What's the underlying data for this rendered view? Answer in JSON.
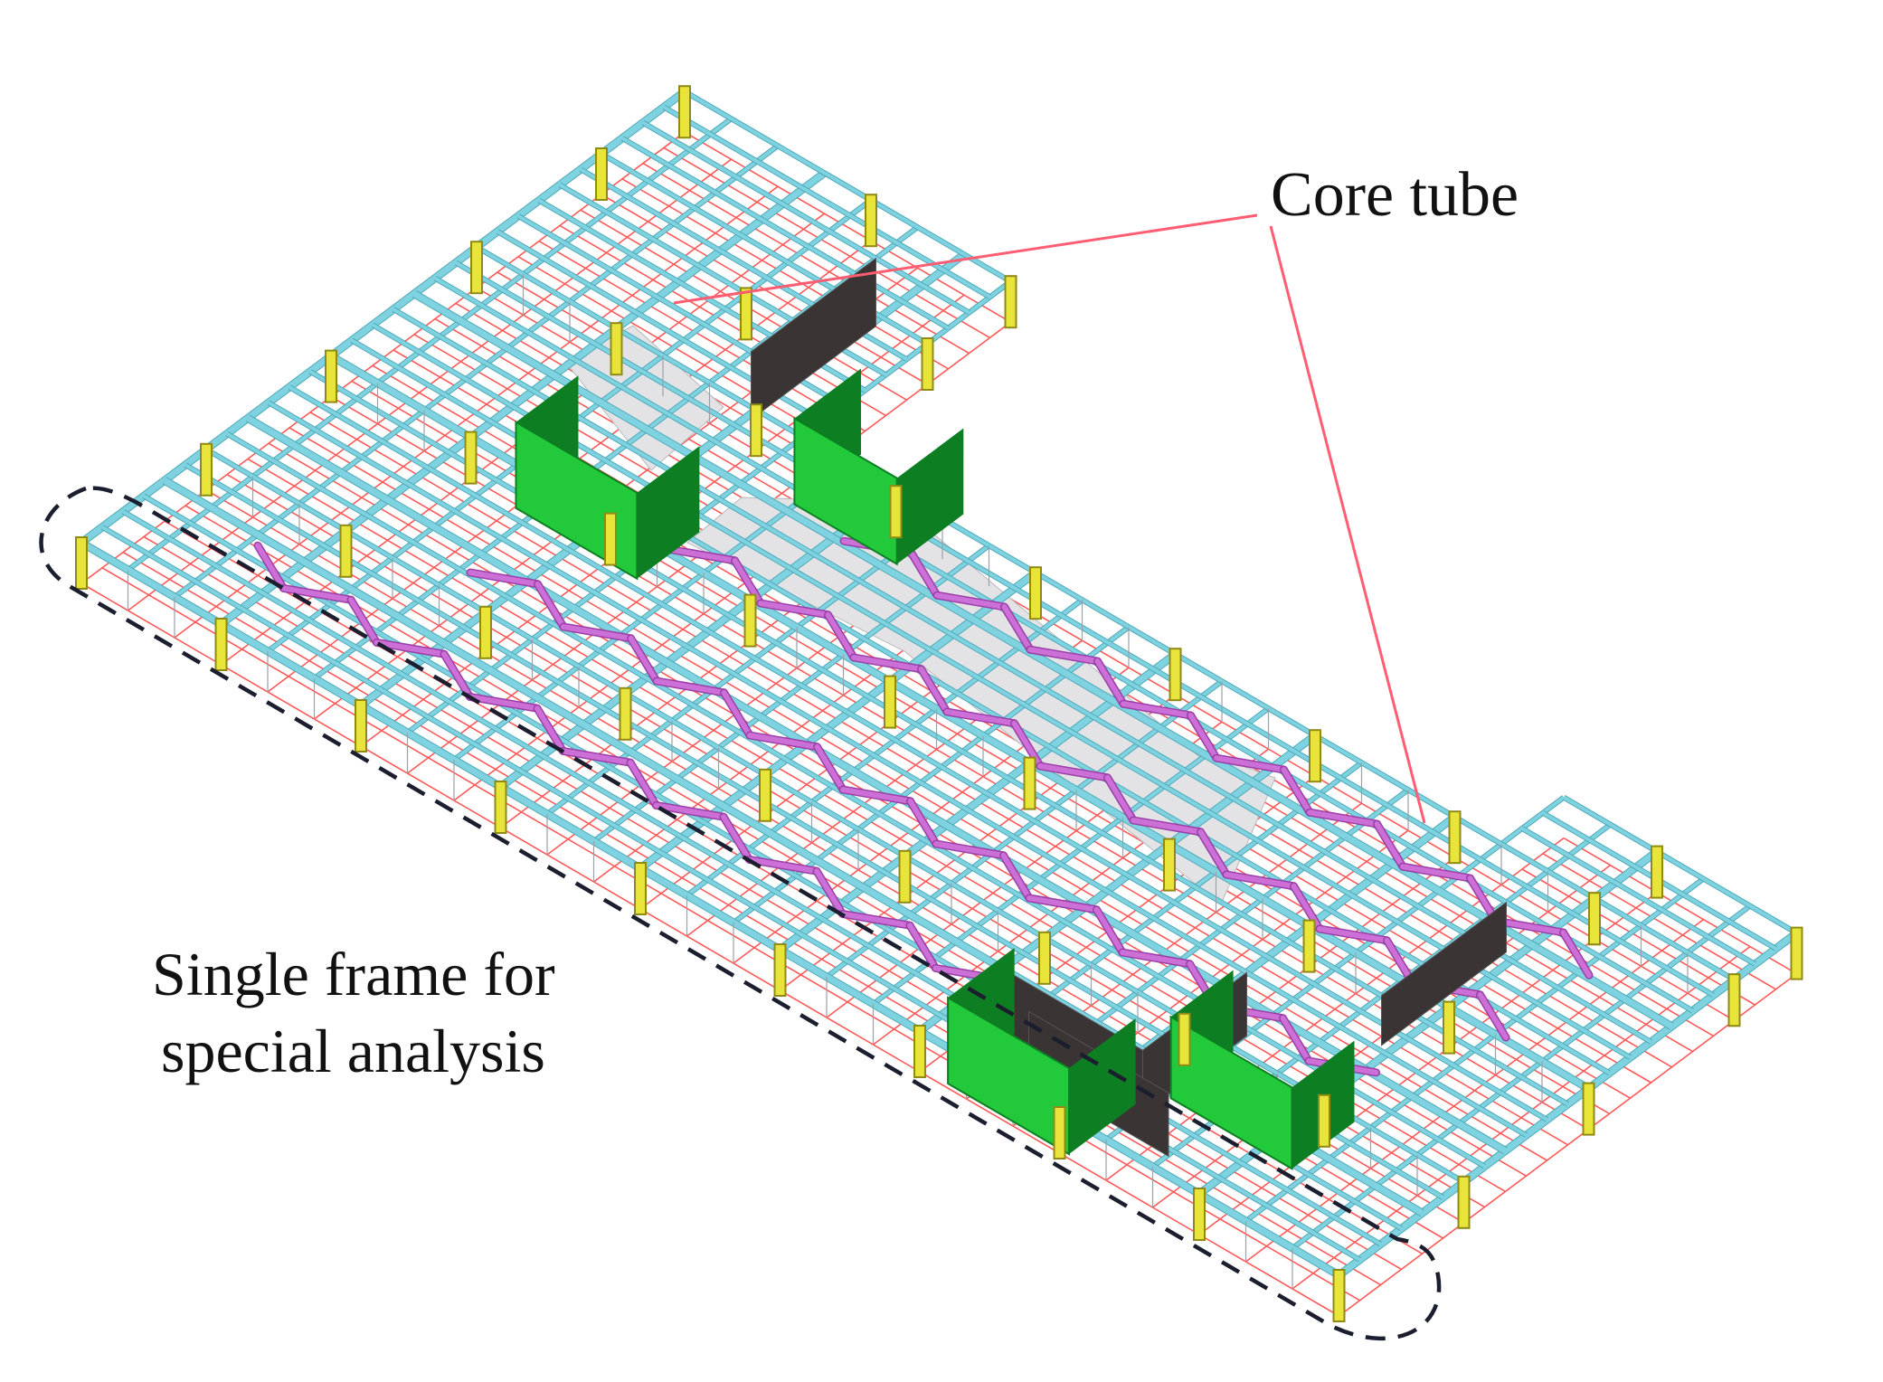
{
  "labels": {
    "core_tube": "Core tube",
    "single_frame_line1": "Single frame for",
    "single_frame_line2": "special analysis"
  },
  "colors": {
    "beam": "#7fd3e0",
    "beam_dark": "#4fa9b8",
    "floor_grid": "#ff5a5a",
    "column": "#e8e43a",
    "column_dark": "#8f8a16",
    "brace": "#cc6fd6",
    "brace_dark": "#9b3fa8",
    "core_wall": "#22c93b",
    "core_wall_dark": "#0d7f22",
    "shear_wall": "#3a3434",
    "void": "#e3e3e6",
    "leader": "#ff5d72",
    "outline": "#1b1e2e"
  }
}
